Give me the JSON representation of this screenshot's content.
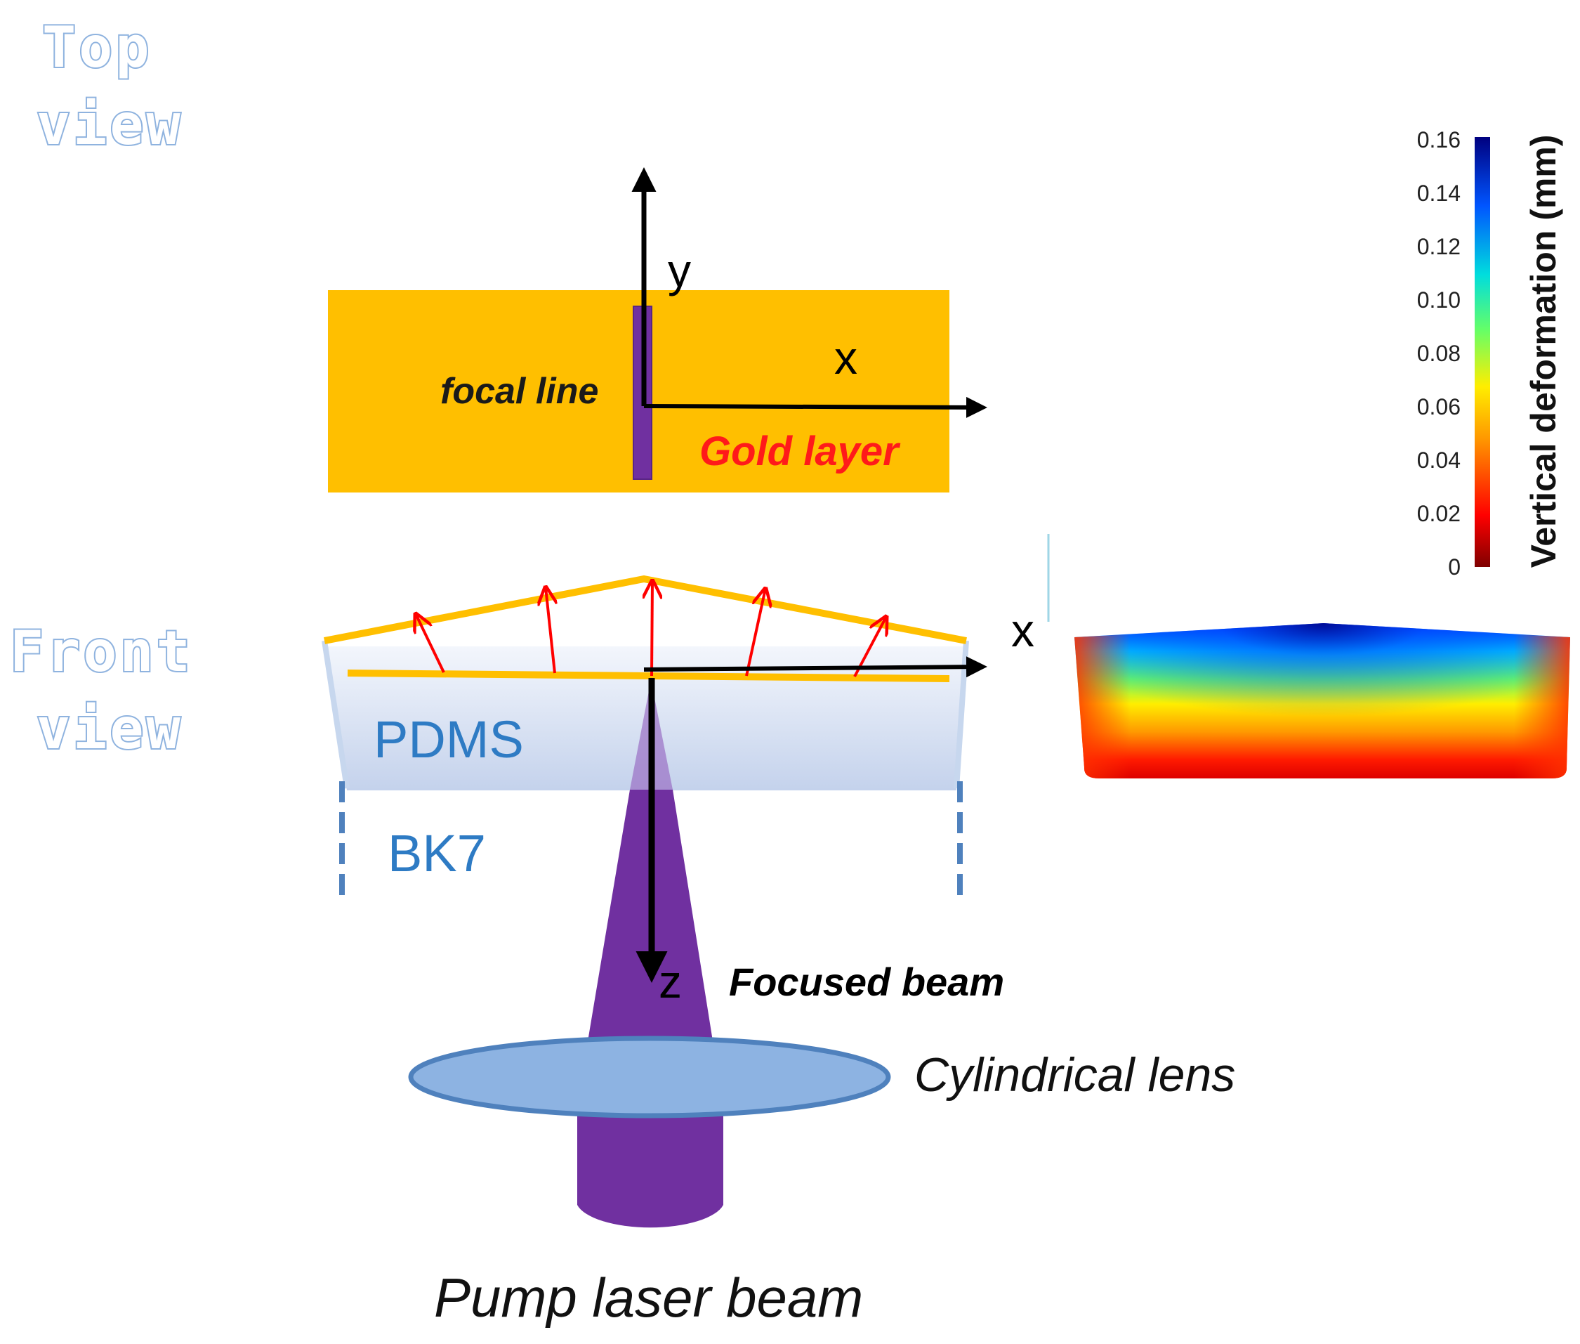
{
  "views": {
    "top": [
      "Top",
      "view"
    ],
    "front": [
      "Front",
      "view"
    ]
  },
  "axes": {
    "y": "y",
    "x_top": "x",
    "x_front": "x",
    "z": "z"
  },
  "labels": {
    "focal_line": "focal line",
    "gold_layer": "Gold layer",
    "pdms": "PDMS",
    "bk7": "BK7",
    "focused_beam": "Focused beam",
    "cylindrical_lens": "Cylindrical lens",
    "pump_laser_beam": "Pump laser beam"
  },
  "colorbar": {
    "title": "Vertical deformation (mm)",
    "ticks": [
      "0.16",
      "0.14",
      "0.12",
      "0.10",
      "0.08",
      "0.06",
      "0.04",
      "0.02",
      "0"
    ]
  },
  "colors": {
    "gold": "#ffbf00",
    "focal_line": "#7030a0",
    "beam": "#7030a0",
    "lens": "#8db3e2",
    "lens_edge": "#4f81bd",
    "arrow_red": "#ff0000",
    "pdms": "#c6d3ec",
    "bk7_edge": "#4f81bd"
  }
}
